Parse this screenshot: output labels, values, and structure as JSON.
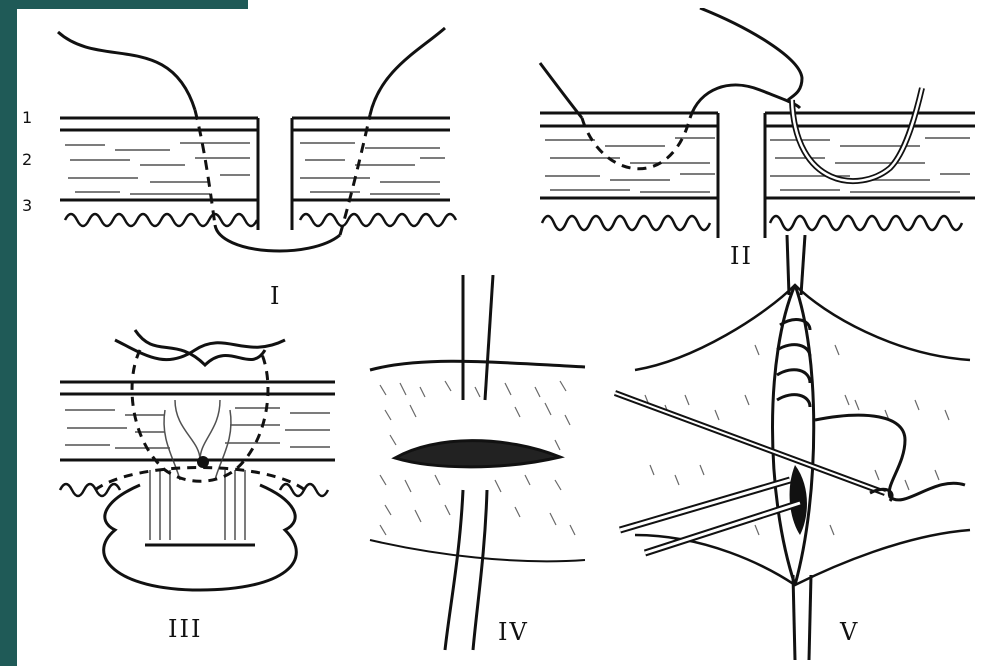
{
  "layer_numbers": [
    "1",
    "2",
    "3"
  ],
  "figure_labels": [
    "I",
    "II",
    "III",
    "IV",
    "V"
  ],
  "colors": {
    "frame": "#1f5a57",
    "ink": "#111111",
    "paper": "#ffffff"
  }
}
